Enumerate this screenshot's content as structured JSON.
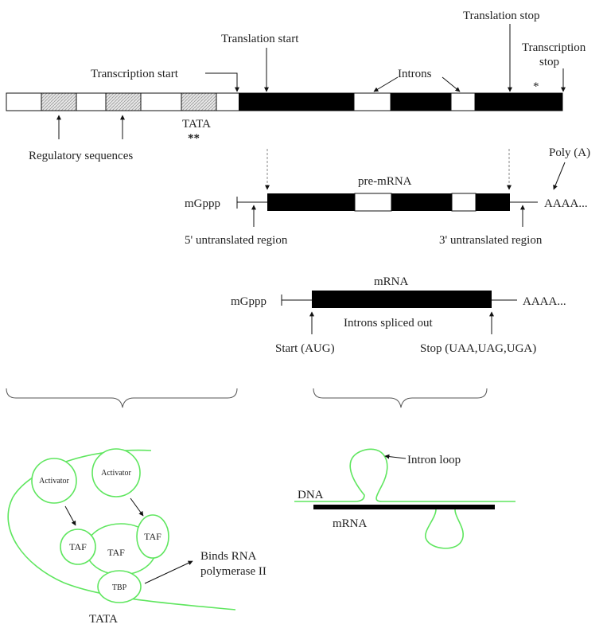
{
  "colors": {
    "ink": "#111111",
    "hatch": "#cfcfcf",
    "green": "#5fe65f"
  },
  "gene": {
    "translation_stop": "Translation stop",
    "translation_start": "Translation start",
    "transcription_stop_1": "Transcription",
    "transcription_stop_2": "stop",
    "transcription_start": "Transcription start",
    "introns": "Introns",
    "star": "*",
    "tata": "TATA",
    "tata_stars": "**",
    "regulatory": "Regulatory sequences"
  },
  "pre_mrna": {
    "title": "pre-mRNA",
    "poly_a": "Poly (A)",
    "cap": "mGppp",
    "tail": "AAAA...",
    "utr5": "5' untranslated region",
    "utr3": "3' untranslated region"
  },
  "mrna": {
    "title": "mRNA",
    "cap": "mGppp",
    "tail": "AAAA...",
    "spliced": "Introns spliced out",
    "start": "Start (AUG)",
    "stop": "Stop (UAA,UAG,UGA)"
  },
  "complex": {
    "activator_1": "Activator",
    "activator_2": "Activator",
    "taf_left": "TAF",
    "taf_center": "TAF",
    "taf_right": "TAF",
    "tbp": "TBP",
    "binds_1": "Binds RNA",
    "binds_2": "polymerase II",
    "tata": "TATA"
  },
  "hybrid": {
    "intron_loop": "Intron loop",
    "dna": "DNA",
    "mrna": "mRNA"
  }
}
